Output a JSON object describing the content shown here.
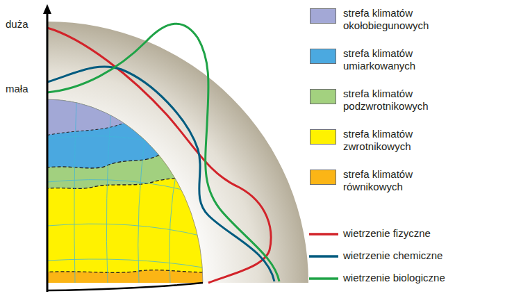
{
  "diagram": {
    "labels": [
      "duża",
      "mała"
    ],
    "legend": [
      {
        "text": "strefa klimatów okołobiegunowych",
        "color": "#a3a8d6"
      },
      {
        "text": "strefa klimatów umiarkowanych",
        "color": "#4ba9e0"
      },
      {
        "text": "strefa klimatów podzwrotnikowych",
        "color": "#a3d17f"
      },
      {
        "text": "strefa klimatów zwrotnikowych",
        "color": "#fff200"
      },
      {
        "text": "strefa klimatów równikowych",
        "color": "#fbb516"
      },
      {
        "text": "wietrzenie fizyczne"
      },
      {
        "text": "wietrzenie chemiczne"
      },
      {
        "text": "wietrzenie biologiczne"
      }
    ]
  }
}
